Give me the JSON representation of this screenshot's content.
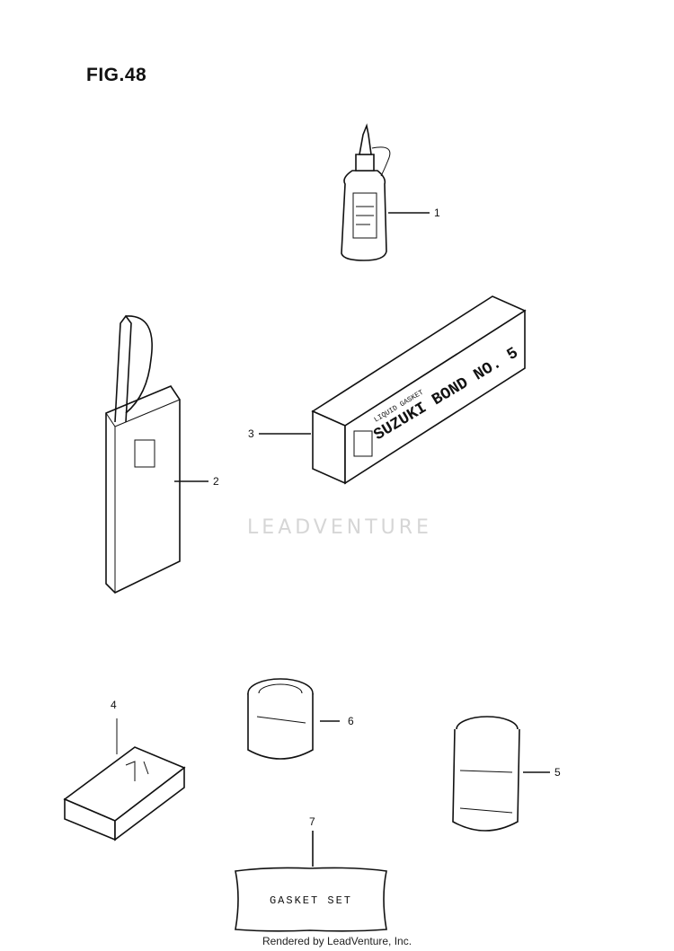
{
  "figure": {
    "title": "FIG.48",
    "watermark": "LEADVENTURE",
    "footer": "Rendered by LeadVenture, Inc."
  },
  "parts": [
    {
      "callout": "1"
    },
    {
      "callout": "2"
    },
    {
      "callout": "3",
      "label": "SUZUKI BOND NO. 5",
      "sublabel": "LIQUID GASKET"
    },
    {
      "callout": "4"
    },
    {
      "callout": "5"
    },
    {
      "callout": "6"
    },
    {
      "callout": "7",
      "label": "GASKET SET"
    }
  ]
}
